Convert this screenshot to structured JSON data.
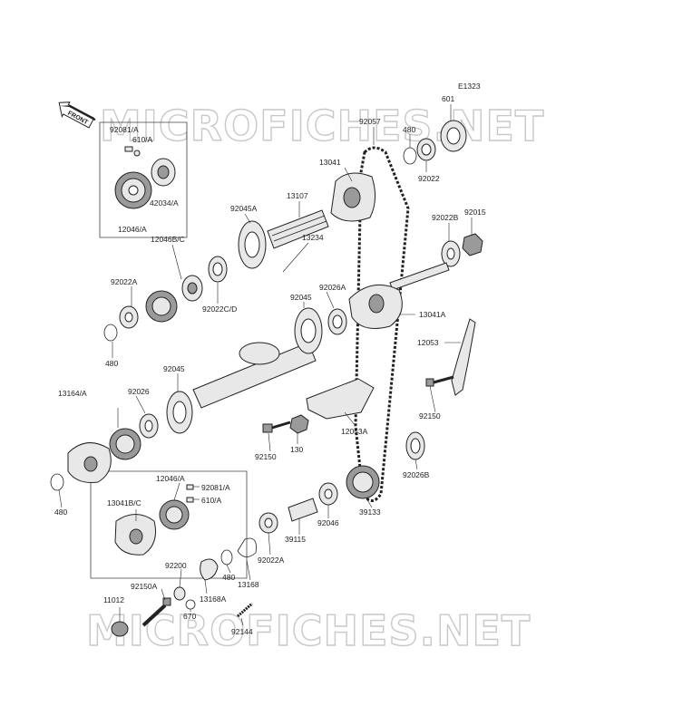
{
  "code": "E1323",
  "direction_label": "FRONT",
  "watermark": "MICROFICHES.NET",
  "labels": {
    "l601": "601",
    "l92057": "92057",
    "l480a": "480",
    "l92022": "92022",
    "l13041": "13041",
    "l92081a_top": "92081/A",
    "l610a_top": "610/A",
    "l42034a": "42034/A",
    "l12046a_top": "12046/A",
    "l13107": "13107",
    "l92045a": "92045A",
    "l92022b": "92022B",
    "l92015": "92015",
    "l12046bc": "12046B/C",
    "l13234": "13234",
    "l92022a_left": "92022A",
    "l92022cd": "92022C/D",
    "l92026a": "92026A",
    "l92045_mid": "92045",
    "l13041a": "13041A",
    "l480_left": "480",
    "l12053": "12053",
    "l92045_low": "92045",
    "l13164a": "13164/A",
    "l92026": "92026",
    "l92150_right": "92150",
    "l12053a": "12053A",
    "l92150_mid": "92150",
    "l130": "130",
    "l92026b": "92026B",
    "l480_bl": "480",
    "l12046a_box": "12046/A",
    "l92081a_box": "92081/A",
    "l610a_box": "610/A",
    "l13041bc": "13041B/C",
    "l39133": "39133",
    "l92046": "92046",
    "l39115": "39115",
    "l92022a_low": "92022A",
    "l92200": "92200",
    "l480_low": "480",
    "l13168": "13168",
    "l92150a": "92150A",
    "l13168a": "13168A",
    "l11012": "11012",
    "l670": "670",
    "l92144": "92144"
  }
}
